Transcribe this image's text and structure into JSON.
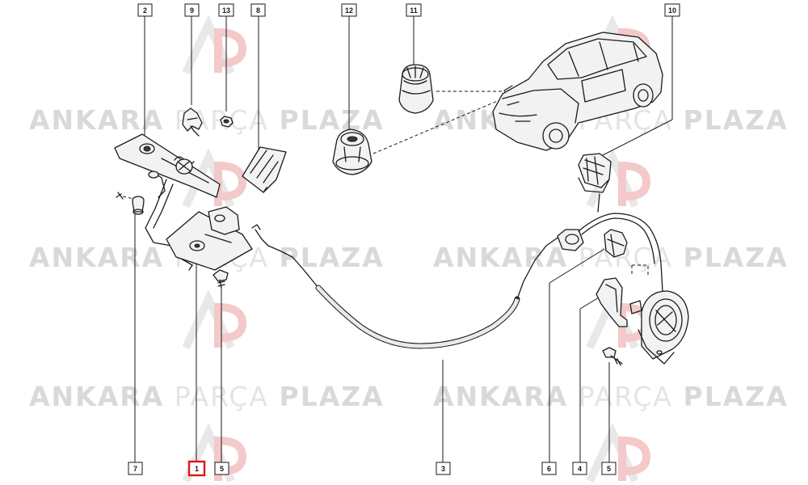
{
  "watermark": {
    "brand_bold": "ANKARA",
    "brand_light": "PARÇA",
    "brand_end": "PLAZA"
  },
  "callouts": [
    {
      "id": "c2",
      "label": "2"
    },
    {
      "id": "c9",
      "label": "9"
    },
    {
      "id": "c13",
      "label": "13"
    },
    {
      "id": "c8",
      "label": "8"
    },
    {
      "id": "c12",
      "label": "12"
    },
    {
      "id": "c11",
      "label": "11"
    },
    {
      "id": "c10",
      "label": "10"
    },
    {
      "id": "c7",
      "label": "7"
    },
    {
      "id": "c1",
      "label": "1",
      "highlighted": true
    },
    {
      "id": "c5a",
      "label": "5"
    },
    {
      "id": "c3",
      "label": "3"
    },
    {
      "id": "c6",
      "label": "6"
    },
    {
      "id": "c4",
      "label": "4"
    },
    {
      "id": "c5b",
      "label": "5"
    }
  ],
  "colors": {
    "highlight": "#e0141c",
    "line": "#1a1a1a",
    "watermark": "#d9d9d9"
  }
}
